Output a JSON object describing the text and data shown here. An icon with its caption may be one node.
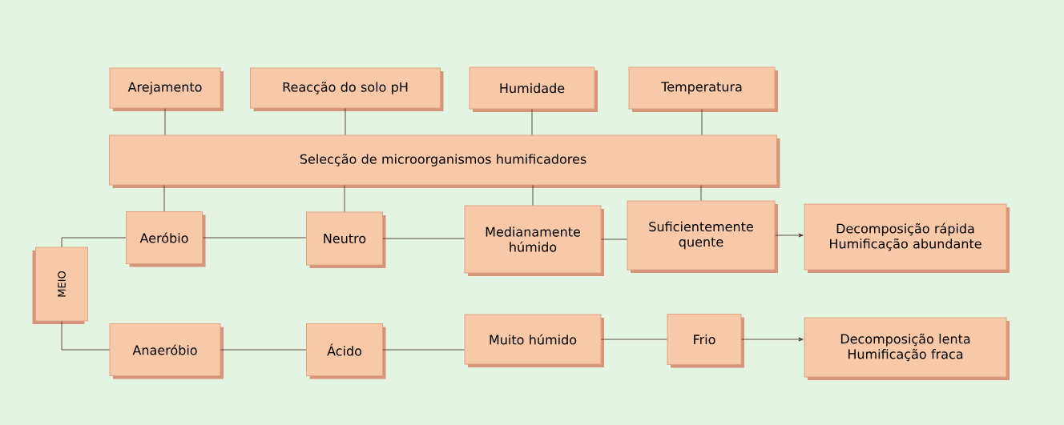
{
  "diagram": {
    "nodes": [
      {
        "text": [
          "Arejamento"
        ]
      },
      {
        "text": [
          "Reacção do solo pH"
        ]
      },
      {
        "text": [
          "Humidade"
        ]
      },
      {
        "text": [
          "Temperatura"
        ]
      },
      {
        "text": [
          "Selecção de microorganismos humificadores"
        ]
      },
      {
        "text": [
          "Aeróbio"
        ]
      },
      {
        "text": [
          "Neutro"
        ]
      },
      {
        "text": [
          "Medianamente húmido"
        ]
      },
      {
        "text": [
          "Suficientemente quente"
        ]
      },
      {
        "text": [
          "Decomposição rápida Humificação abundante"
        ]
      },
      {
        "text": [
          "MEIO"
        ]
      },
      {
        "text": [
          "Anaeróbio"
        ]
      },
      {
        "text": [
          "Ácido"
        ]
      },
      {
        "text": [
          "Muito húmido"
        ]
      },
      {
        "text": [
          "Frio"
        ]
      },
      {
        "text": [
          "Decomposição lenta Humificação fraca"
        ]
      }
    ],
    "edges": [
      {
        "from": 0,
        "to": 4,
        "arrow": "none"
      },
      {
        "from": 1,
        "to": 4,
        "arrow": "none"
      },
      {
        "from": 2,
        "to": 4,
        "arrow": "none"
      },
      {
        "from": 3,
        "to": 4,
        "arrow": "none"
      },
      {
        "from": 4,
        "to": 5,
        "arrow": "none"
      },
      {
        "from": 4,
        "to": 6,
        "arrow": "none"
      },
      {
        "from": 4,
        "to": 7,
        "arrow": "none"
      },
      {
        "from": 4,
        "to": 8,
        "arrow": "none"
      },
      {
        "from": 10,
        "to": 5,
        "arrow": "none"
      },
      {
        "from": 5,
        "to": 6,
        "arrow": "none"
      },
      {
        "from": 6,
        "to": 7,
        "arrow": "none"
      },
      {
        "from": 7,
        "to": 8,
        "arrow": "none"
      },
      {
        "from": 8,
        "to": 9,
        "arrow": "to"
      },
      {
        "from": 10,
        "to": 11,
        "arrow": "none"
      },
      {
        "from": 11,
        "to": 12,
        "arrow": "none"
      },
      {
        "from": 12,
        "to": 13,
        "arrow": "none"
      },
      {
        "from": 13,
        "to": 14,
        "arrow": "none"
      },
      {
        "from": 14,
        "to": 15,
        "arrow": "to"
      }
    ]
  }
}
